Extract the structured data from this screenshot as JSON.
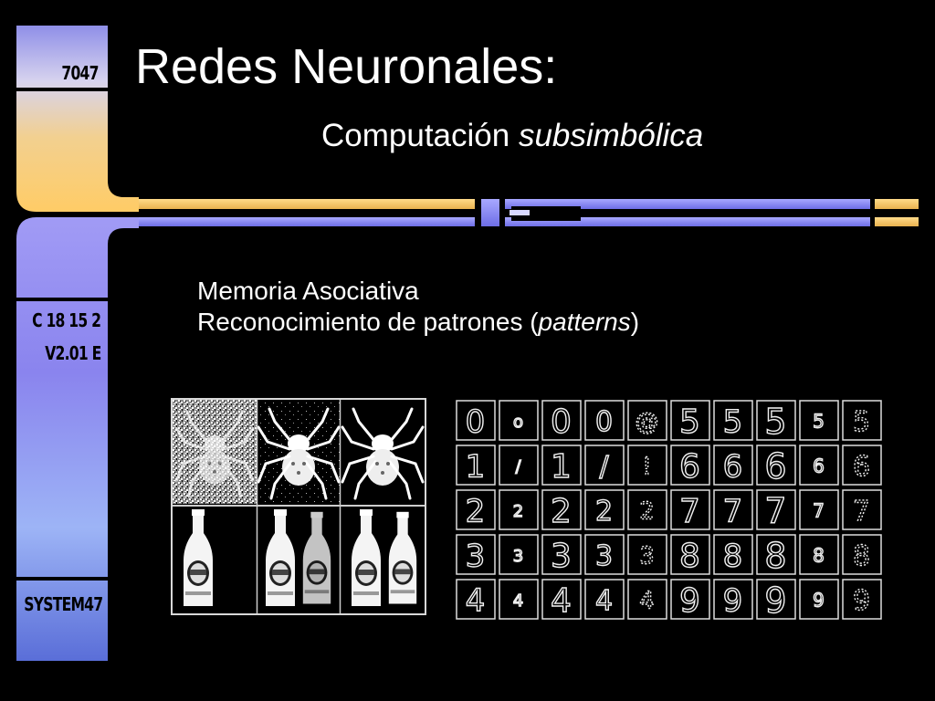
{
  "sidebar": {
    "code_top": "7047",
    "code_mid_1": "C 18 15 2",
    "code_mid_2": "V2.01 E",
    "code_bottom": "SYSTEM47"
  },
  "slide": {
    "title": "Redes Neuronales:",
    "subtitle_plain": "Computación ",
    "subtitle_italic": "subsimbólica"
  },
  "bullets": {
    "item1": "Memoria Asociativa",
    "item2_prefix": "Reconocimiento de patrones (",
    "item2_italic": "patterns",
    "item2_suffix": ")"
  },
  "digit_grid": [
    [
      "0",
      "o",
      "0",
      "0",
      "@",
      "5",
      "5",
      "5",
      "5",
      "5"
    ],
    [
      "1",
      "/",
      "1",
      "/",
      "!",
      "6",
      "6",
      "6",
      "6",
      "6"
    ],
    [
      "2",
      "2",
      "2",
      "2",
      "2",
      "7",
      "7",
      "7",
      "7",
      "7"
    ],
    [
      "3",
      "3",
      "3",
      "3",
      "3",
      "8",
      "8",
      "8",
      "8",
      "8"
    ],
    [
      "4",
      "4",
      "4",
      "4",
      "4",
      "9",
      "9",
      "9",
      "9",
      "9"
    ]
  ],
  "colors": {
    "lavender": "#9999ff",
    "gold": "#ffcc66",
    "blue": "#5c6bd6",
    "light_blue": "#aab4ff"
  }
}
